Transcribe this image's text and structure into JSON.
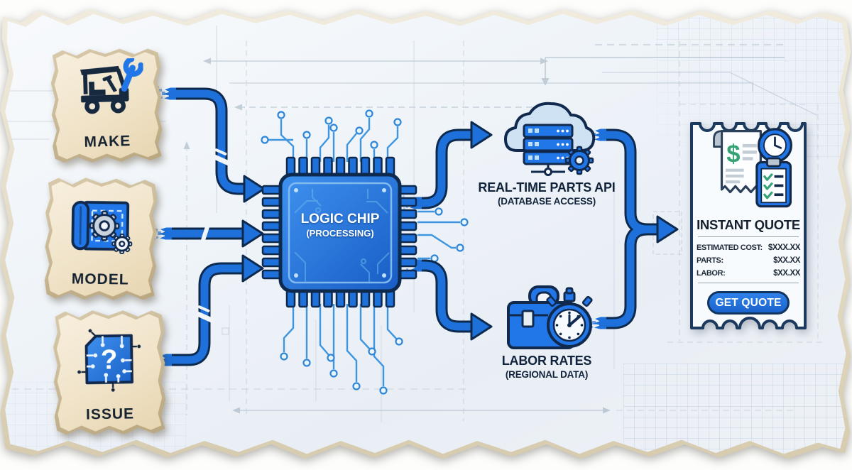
{
  "inputs": [
    {
      "label": "MAKE",
      "icon": "golf-cart-wrench-icon"
    },
    {
      "label": "MODEL",
      "icon": "blueprint-gears-icon"
    },
    {
      "label": "ISSUE",
      "icon": "chip-question-icon",
      "glyph": "?"
    }
  ],
  "processor": {
    "title": "LOGIC CHIP",
    "subtitle": "(PROCESSING)",
    "icon": "cpu-chip-icon"
  },
  "parts_api": {
    "title": "REAL-TIME PARTS API",
    "subtitle": "(DATABASE ACCESS)",
    "icon": "cloud-server-gear-icon"
  },
  "labor_rates": {
    "title": "LABOR RATES",
    "subtitle": "(REGIONAL DATA)",
    "icon": "toolbox-stopwatch-icon"
  },
  "quote": {
    "title": "INSTANT QUOTE",
    "icon": "receipt-clock-clipboard-icon",
    "currency_symbol": "$",
    "rows": [
      {
        "label": "ESTIMATED COST:",
        "value": "$XXX.XX"
      },
      {
        "label": "PARTS:",
        "value": "$XX.XX"
      },
      {
        "label": "LABOR:",
        "value": "$XX.XX"
      }
    ],
    "button_label": "GET QUOTE"
  },
  "colors": {
    "arrow_blue": "#1e71db",
    "outline_navy": "#0d2a4e",
    "card_paper": "#f2e7d2",
    "accent_green": "#35a375",
    "ticket_bg": "#f8fbfd"
  }
}
